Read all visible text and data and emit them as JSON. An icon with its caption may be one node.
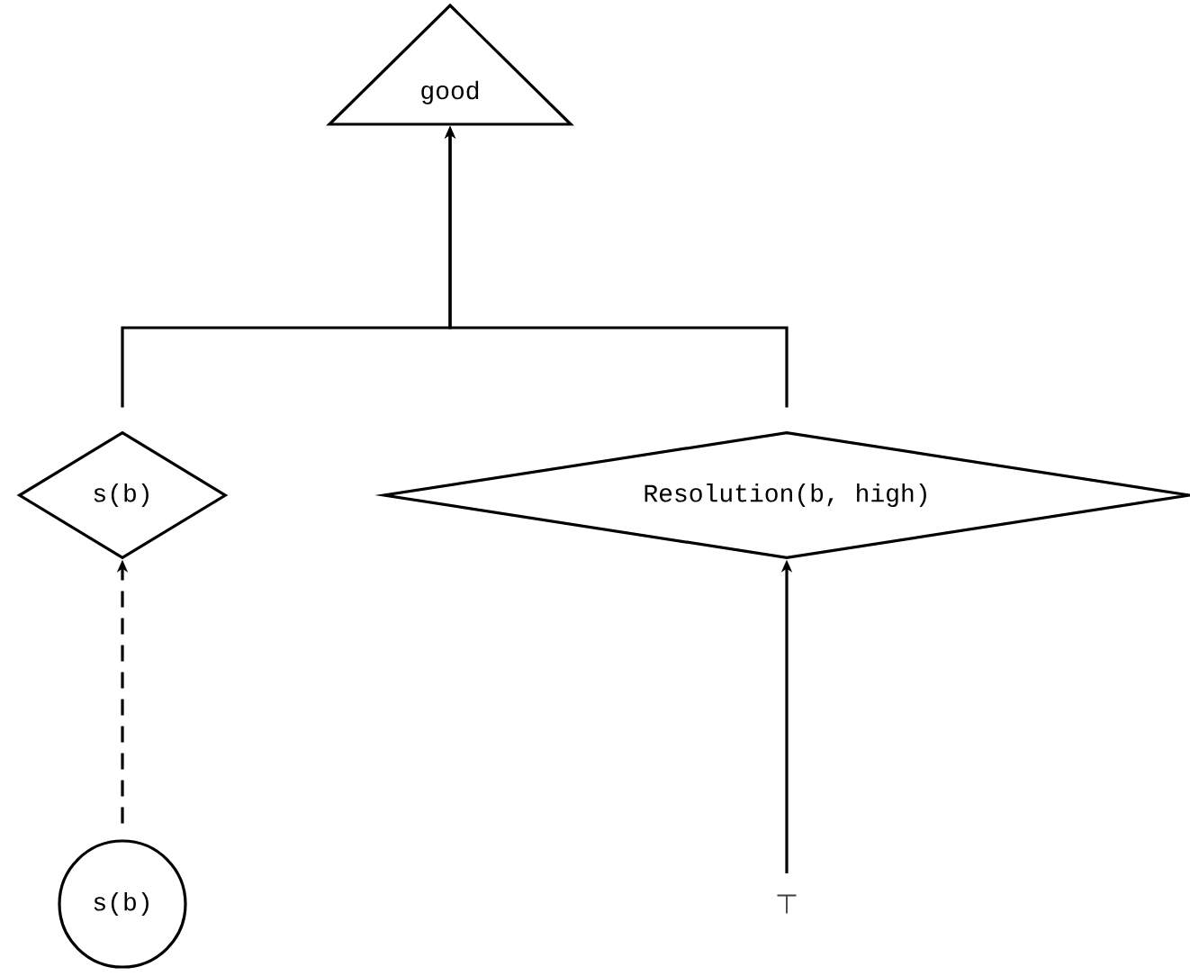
{
  "diagram": {
    "nodes": [
      {
        "text": [
          "good"
        ]
      },
      {
        "text": [
          "s(b)"
        ]
      },
      {
        "text": [
          "Resolution(b, high)"
        ]
      },
      {
        "text": [
          "s(b)"
        ]
      },
      {
        "text": [
          "⊤"
        ]
      }
    ],
    "edges": [
      {
        "from": 1,
        "to": 0,
        "arrow": "to"
      },
      {
        "from": 2,
        "to": 0,
        "arrow": "to"
      },
      {
        "from": 3,
        "to": 1,
        "arrow": "to",
        "style": "dashed"
      },
      {
        "from": 4,
        "to": 2,
        "arrow": "to"
      }
    ]
  }
}
